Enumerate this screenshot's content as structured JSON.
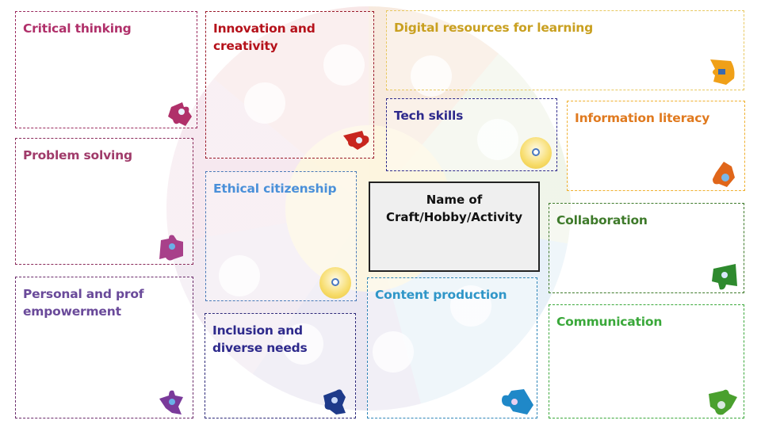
{
  "center": {
    "title_line1": "Name of",
    "title_line2": "Craft/Hobby/Activity"
  },
  "competences": [
    {
      "id": "critical-thinking",
      "label": "Critical thinking",
      "color": "#b0306a",
      "icon": "puzzle-piece-icon"
    },
    {
      "id": "innovation-creativity",
      "label": "Innovation and creativity",
      "color": "#b5121b",
      "icon": "puzzle-piece-icon"
    },
    {
      "id": "digital-resources",
      "label": "Digital resources for learning",
      "color": "#c9a020",
      "icon": "puzzle-piece-icon"
    },
    {
      "id": "tech-skills",
      "label": "Tech skills",
      "color": "#2e2a8c",
      "icon": "orb-icon"
    },
    {
      "id": "information-literacy",
      "label": "Information literacy",
      "color": "#e07a1f",
      "icon": "puzzle-piece-icon"
    },
    {
      "id": "problem-solving",
      "label": "Problem solving",
      "color": "#a03b6a",
      "icon": "puzzle-piece-icon"
    },
    {
      "id": "ethical-citizenship",
      "label": "Ethical citizenship",
      "color": "#4a90d9",
      "icon": "orb-icon"
    },
    {
      "id": "collaboration",
      "label": "Collaboration",
      "color": "#3e7a2a",
      "icon": "puzzle-piece-icon"
    },
    {
      "id": "personal-prof-empowerment",
      "label": "Personal and prof empowerment",
      "color": "#6a4a9a",
      "icon": "puzzle-piece-icon"
    },
    {
      "id": "inclusion-diverse-needs",
      "label": "Inclusion and diverse needs",
      "color": "#2e2a8c",
      "icon": "puzzle-piece-icon"
    },
    {
      "id": "content-production",
      "label": "Content production",
      "color": "#2f96c8",
      "icon": "puzzle-piece-icon"
    },
    {
      "id": "communication",
      "label": "Communication",
      "color": "#3aa83a",
      "icon": "puzzle-piece-icon"
    }
  ]
}
